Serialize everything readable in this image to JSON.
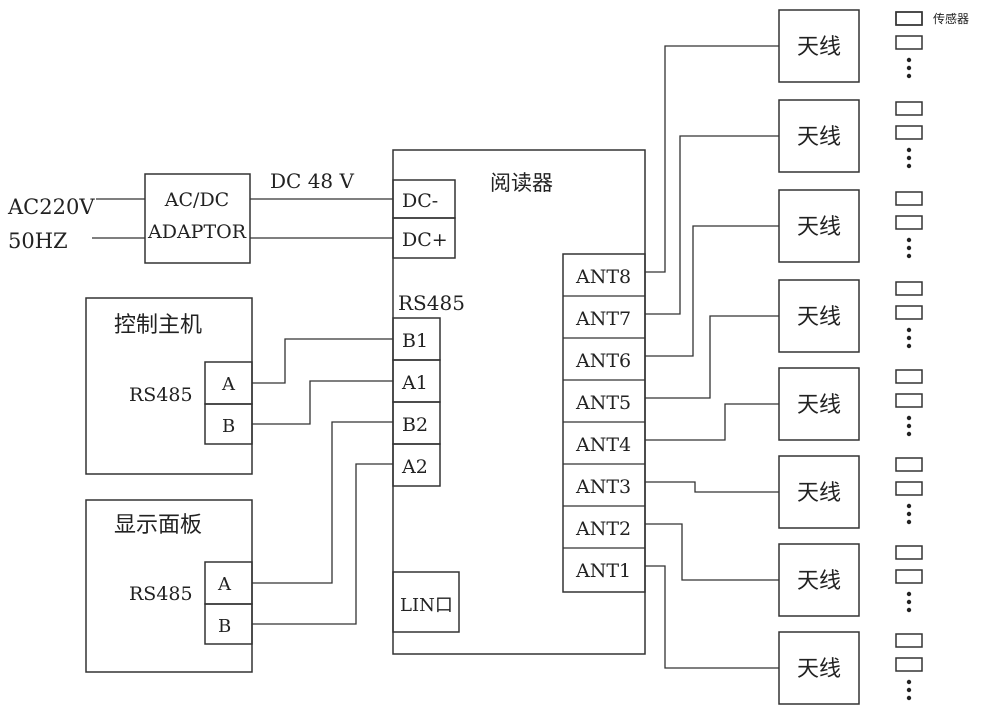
{
  "power": {
    "ac_label": "AC220V",
    "freq_label": "50HZ"
  },
  "adaptor": {
    "line1": "AC/DC",
    "line2": "ADAPTOR"
  },
  "dc_label": "DC 48 V",
  "reader": {
    "title": "阅读器",
    "dc_minus": "DC-",
    "dc_plus": "DC+",
    "rs485_label": "RS485",
    "rs485_ports": [
      "B1",
      "A1",
      "B2",
      "A2"
    ],
    "lin_port": "LIN口",
    "ant_ports": [
      "ANT8",
      "ANT7",
      "ANT6",
      "ANT5",
      "ANT4",
      "ANT3",
      "ANT2",
      "ANT1"
    ]
  },
  "control_host": {
    "title": "控制主机",
    "rs485": "RS485",
    "a": "A",
    "b": "B"
  },
  "display_panel": {
    "title": "显示面板",
    "rs485": "RS485",
    "a": "A",
    "b": "B"
  },
  "antenna_label": "天线",
  "sensor_label": "传感器"
}
